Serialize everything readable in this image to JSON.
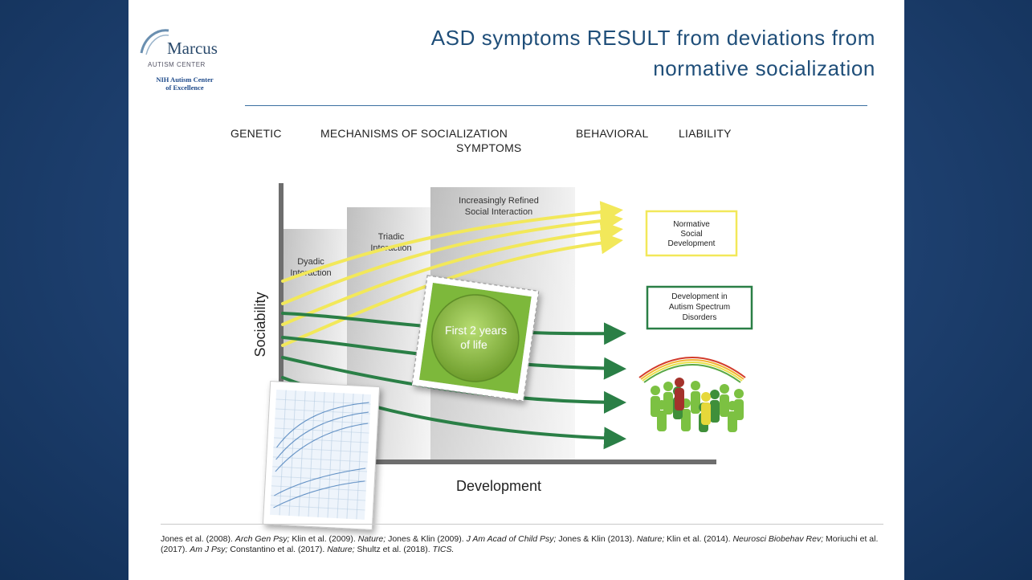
{
  "logo": {
    "name": "Marcus",
    "subtitle": "AUTISM CENTER",
    "nih_line1": "NIH Autism Center",
    "nih_line2": "of Excellence"
  },
  "title": {
    "line1": "ASD symptoms RESULT from deviations from",
    "line2": "normative socialization"
  },
  "categories": {
    "genetic": "GENETIC",
    "mechanisms_line1": "MECHANISMS OF SOCIALIZATION",
    "mechanisms_line2": "SYMPTOMS",
    "behavioral": "BEHAVIORAL",
    "liability": "LIABILITY"
  },
  "diagram": {
    "y_axis": "Sociability",
    "x_axis": "Development",
    "stage_dyadic_1": "Dyadic",
    "stage_dyadic_2": "Interaction",
    "stage_triadic_1": "Triadic",
    "stage_triadic_2": "Interaction",
    "stage_refined_1": "Increasingly Refined",
    "stage_refined_2": "Social Interaction",
    "normative_1": "Normative",
    "normative_2": "Social",
    "normative_3": "Development",
    "asd_1": "Development in",
    "asd_2": "Autism Spectrum",
    "asd_3": "Disorders",
    "badge_1": "First 2 years",
    "badge_2": "of life",
    "colors": {
      "normative": "#f2e85a",
      "asd": "#2a7f46",
      "badge": "#8fc43f",
      "accent": "#a9cf38"
    }
  },
  "citation": {
    "a1": "Jones et al.  (2008). ",
    "j1": "Arch Gen Psy;",
    "a2": " Klin et al. (2009). ",
    "j2": "Nature;",
    "a3": " Jones & Klin (2009). ",
    "j3": "J Am Acad of Child Psy;",
    "a4": " Jones & Klin (2013). ",
    "j4": "Nature;",
    "a5": " Klin et al. (2014). ",
    "j5": "Neurosci Biobehav Rev;",
    "a6": " Moriuchi et al. (2017). ",
    "j6": "Am J Psy;",
    "a7": " Constantino et al. (2017). ",
    "j7": "Nature;",
    "a8": " Shultz et al. (2018). ",
    "j8": "TICS."
  }
}
